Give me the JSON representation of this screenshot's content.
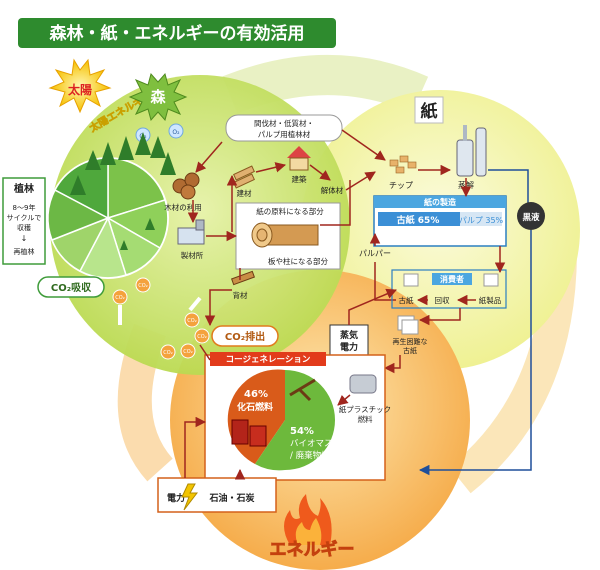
{
  "title": "森林・紙・エネルギーの有効活用",
  "forest": {
    "sun": "太陽",
    "sun_energy": "太陽エネルギー",
    "label": "森",
    "thinning": [
      "間伐材・低質材・",
      "パルプ用植林材"
    ],
    "wood_use": "木材の利用",
    "sawmill": "製材所",
    "lumber": "建材",
    "building": "建築",
    "demolition": "解体材",
    "paper_part": "紙の原料になる部分",
    "board_part": "板や柱になる部分",
    "back_material": "背材",
    "co2_absorb": "CO₂吸収",
    "co2_emit": "CO₂排出",
    "co2": "CO₂",
    "o2": "O₂"
  },
  "planting": {
    "title": "植林",
    "line1": "8～9年",
    "line2": "サイクルで",
    "line3": "収穫",
    "arrow": "↓",
    "line4": "再植林"
  },
  "paper": {
    "label": "紙",
    "chip": "チップ",
    "digest": "蒸解",
    "black_liquor": "黒液",
    "manufacture": "紙の製造",
    "waste_paper": "古紙 65%",
    "pulp": "パルプ 35%",
    "pulp_label": "パルパー",
    "consumer": "消費者",
    "used_paper": "古紙",
    "collect": "回収",
    "products": "紙製品",
    "hard_recycle": [
      "再生困難な",
      "古紙"
    ]
  },
  "energy": {
    "label": "エネルギー",
    "cogeneration": "コージェネレーション",
    "steam_power": [
      "蒸気",
      "電力"
    ],
    "fossil_pct": "46%",
    "fossil": "化石燃料",
    "bio_pct": "54%",
    "bio": "バイオマス燃料",
    "waste_fuel": "/ 廃棄物燃料",
    "paper_plastic": [
      "紙プラスチック",
      "燃料"
    ],
    "electricity": "電力",
    "oil_coal": "石油・石炭"
  }
}
